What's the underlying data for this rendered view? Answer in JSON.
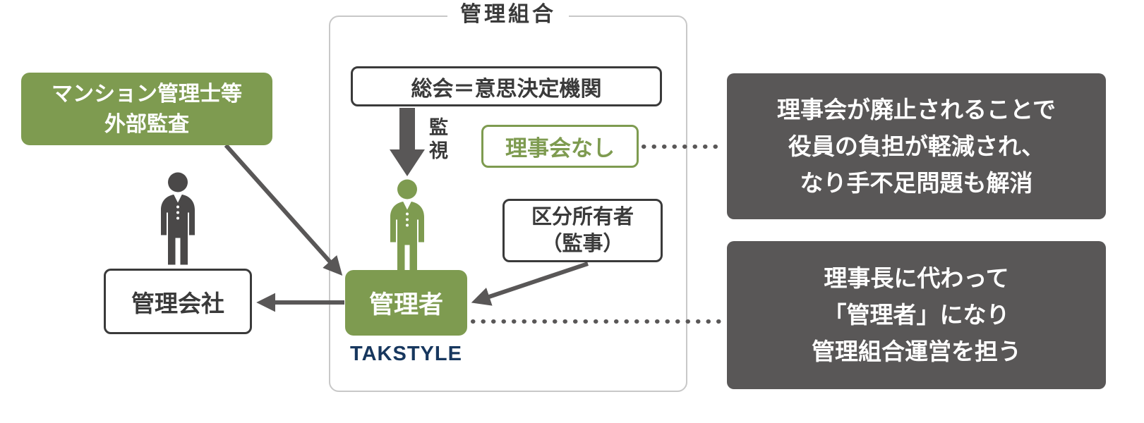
{
  "colors": {
    "accent_green": "#7e9b50",
    "callout_gray": "#595757",
    "brand_navy": "#17375e",
    "line_dark": "#595757"
  },
  "frame": {
    "label": "管理組合"
  },
  "boxes": {
    "general_meeting": "総会＝意思決定機関",
    "monitoring": "監視",
    "no_board": "理事会なし",
    "unit_owner": {
      "line1": "区分所有者",
      "line2": "（監事）"
    },
    "manager": "管理者",
    "brand": "TAKSTYLE",
    "external_audit": {
      "line1": "マンション管理士等",
      "line2": "外部監査"
    },
    "management_company": "管理会社"
  },
  "callouts": {
    "no_board_note": {
      "lines": [
        "理事会が廃止されることで",
        "役員の負担が軽減され、",
        "なり手不足問題も解消"
      ]
    },
    "manager_note": {
      "lines": [
        "理事長に代わって",
        "「管理者」になり",
        "管理組合運営を担う"
      ]
    }
  }
}
